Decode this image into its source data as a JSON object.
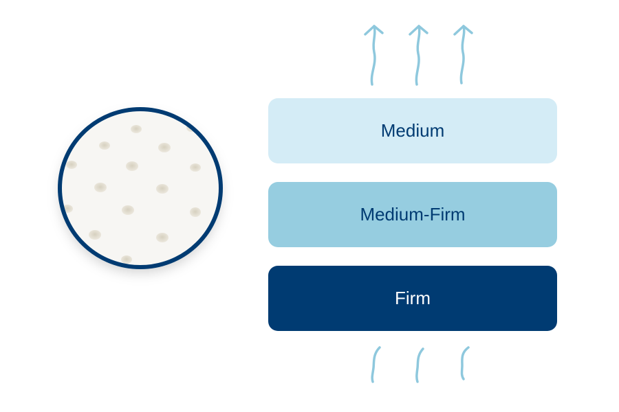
{
  "colors": {
    "navy": "#003b72",
    "light_blue": "#d4ecf6",
    "mid_blue": "#96cde0",
    "airflow_blue": "#8ec8dd",
    "foam_white": "#f7f6f3",
    "pinhole": "#e2ddcf"
  },
  "foam_sample": {
    "icon": "latex-foam-sample-icon"
  },
  "layers": [
    {
      "label": "Medium"
    },
    {
      "label": "Medium-Firm"
    },
    {
      "label": "Firm"
    }
  ],
  "airflow": {
    "outgoing_icon": "upward-airflow-arrow-icon",
    "incoming_icon": "incoming-airflow-wave-icon"
  }
}
